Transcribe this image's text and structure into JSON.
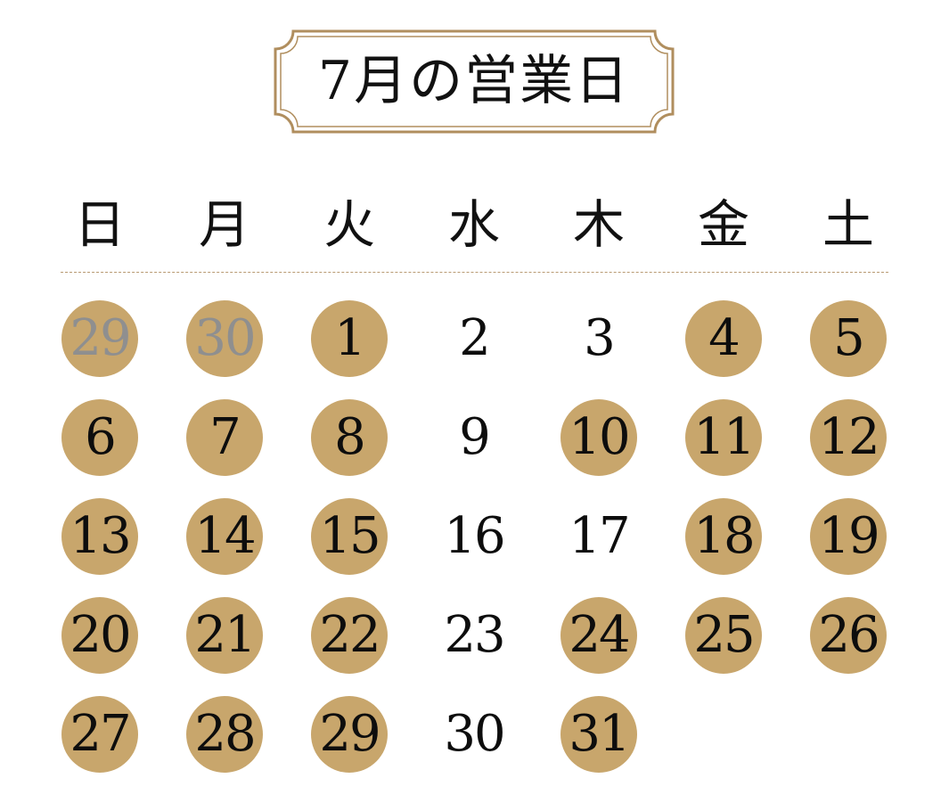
{
  "title": "7月の営業日",
  "weekdays": [
    "日",
    "月",
    "火",
    "水",
    "木",
    "金",
    "土"
  ],
  "colors": {
    "open_day_circle": "#c8a66c",
    "frame_border": "#b08e5e",
    "other_month_text": "#8f8f8f",
    "text": "#0d0d0d"
  },
  "calendar": {
    "weeks": [
      [
        {
          "day": "29",
          "open": true,
          "other_month": true
        },
        {
          "day": "30",
          "open": true,
          "other_month": true
        },
        {
          "day": "1",
          "open": true,
          "other_month": false
        },
        {
          "day": "2",
          "open": false,
          "other_month": false
        },
        {
          "day": "3",
          "open": false,
          "other_month": false
        },
        {
          "day": "4",
          "open": true,
          "other_month": false
        },
        {
          "day": "5",
          "open": true,
          "other_month": false
        }
      ],
      [
        {
          "day": "6",
          "open": true,
          "other_month": false
        },
        {
          "day": "7",
          "open": true,
          "other_month": false
        },
        {
          "day": "8",
          "open": true,
          "other_month": false
        },
        {
          "day": "9",
          "open": false,
          "other_month": false
        },
        {
          "day": "10",
          "open": true,
          "other_month": false
        },
        {
          "day": "11",
          "open": true,
          "other_month": false
        },
        {
          "day": "12",
          "open": true,
          "other_month": false
        }
      ],
      [
        {
          "day": "13",
          "open": true,
          "other_month": false
        },
        {
          "day": "14",
          "open": true,
          "other_month": false
        },
        {
          "day": "15",
          "open": true,
          "other_month": false
        },
        {
          "day": "16",
          "open": false,
          "other_month": false
        },
        {
          "day": "17",
          "open": false,
          "other_month": false
        },
        {
          "day": "18",
          "open": true,
          "other_month": false
        },
        {
          "day": "19",
          "open": true,
          "other_month": false
        }
      ],
      [
        {
          "day": "20",
          "open": true,
          "other_month": false
        },
        {
          "day": "21",
          "open": true,
          "other_month": false
        },
        {
          "day": "22",
          "open": true,
          "other_month": false
        },
        {
          "day": "23",
          "open": false,
          "other_month": false
        },
        {
          "day": "24",
          "open": true,
          "other_month": false
        },
        {
          "day": "25",
          "open": true,
          "other_month": false
        },
        {
          "day": "26",
          "open": true,
          "other_month": false
        }
      ],
      [
        {
          "day": "27",
          "open": true,
          "other_month": false
        },
        {
          "day": "28",
          "open": true,
          "other_month": false
        },
        {
          "day": "29",
          "open": true,
          "other_month": false
        },
        {
          "day": "30",
          "open": false,
          "other_month": false
        },
        {
          "day": "31",
          "open": true,
          "other_month": false
        }
      ]
    ]
  }
}
